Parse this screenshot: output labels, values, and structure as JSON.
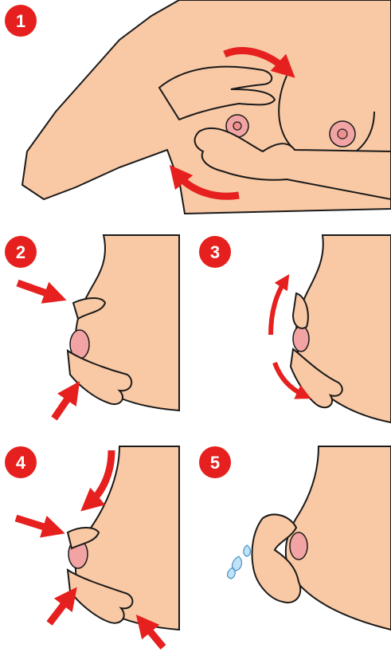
{
  "colors": {
    "skin": "#f9c8a4",
    "skin_shadow": "#f2b48c",
    "outline": "#1a1a1a",
    "areola": "#f2a3a3",
    "nipple": "#ee8f8f",
    "arrow": "#e5201e",
    "badge": "#e5201e",
    "milk": "#bfe3f7"
  },
  "steps": [
    {
      "label": "1"
    },
    {
      "label": "2"
    },
    {
      "label": "3"
    },
    {
      "label": "4"
    },
    {
      "label": "5"
    }
  ]
}
